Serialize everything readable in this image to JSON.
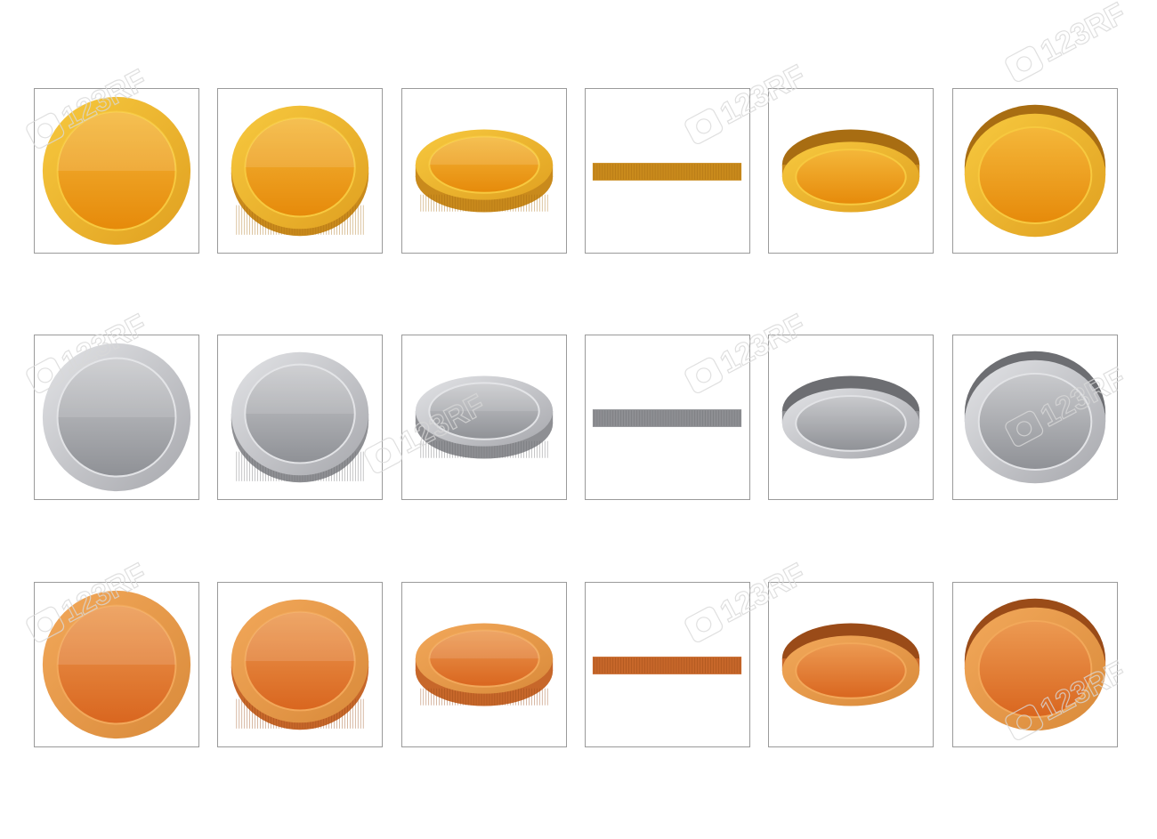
{
  "watermark": {
    "text": "123RF",
    "icon": "camera-shutter-icon"
  },
  "rows": [
    {
      "metal": "gold",
      "colors": {
        "face_top": "#f4b73a",
        "face_bottom": "#e68a0a",
        "rim": "#f7c93f",
        "rim_dark": "#e0a020",
        "edge": "#c98a1c",
        "edge_dark": "#a86d12"
      },
      "frames": [
        "front",
        "tilt-slight",
        "tilt-strong",
        "edge-on",
        "back-tilt-strong",
        "back-tilt-slight"
      ]
    },
    {
      "metal": "silver",
      "colors": {
        "face_top": "#c9cacd",
        "face_bottom": "#8f9196",
        "rim": "#e2e3e6",
        "rim_dark": "#a7a8ad",
        "edge": "#8e8f93",
        "edge_dark": "#6d6e72"
      },
      "frames": [
        "front",
        "tilt-slight",
        "tilt-strong",
        "edge-on",
        "back-tilt-strong",
        "back-tilt-slight"
      ]
    },
    {
      "metal": "bronze",
      "colors": {
        "face_top": "#ec9a52",
        "face_bottom": "#d9661f",
        "rim": "#f2a85a",
        "rim_dark": "#d98a3a",
        "edge": "#c7672a",
        "edge_dark": "#9a4b18"
      },
      "frames": [
        "front",
        "tilt-slight",
        "tilt-strong",
        "edge-on",
        "back-tilt-strong",
        "back-tilt-slight"
      ]
    }
  ]
}
